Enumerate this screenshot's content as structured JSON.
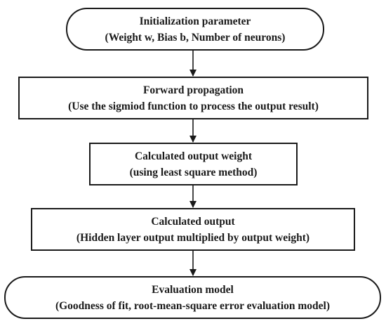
{
  "flowchart": {
    "nodes": [
      {
        "shape": "terminal",
        "title": "Initialization parameter",
        "detail": "(Weight w, Bias b, Number of neurons)"
      },
      {
        "shape": "process",
        "title": "Forward propagation",
        "detail": "(Use the sigmiod function to process the output result)"
      },
      {
        "shape": "process",
        "title": "Calculated output weight",
        "detail": "(using least square method)"
      },
      {
        "shape": "process",
        "title": "Calculated output",
        "detail": "(Hidden layer output multiplied by output weight)"
      },
      {
        "shape": "terminal",
        "title": "Evaluation model",
        "detail": "(Goodness of fit, root-mean-square error evaluation model)"
      }
    ],
    "edges": [
      {
        "from": 0,
        "to": 1
      },
      {
        "from": 1,
        "to": 2
      },
      {
        "from": 2,
        "to": 3
      },
      {
        "from": 3,
        "to": 4
      }
    ]
  }
}
